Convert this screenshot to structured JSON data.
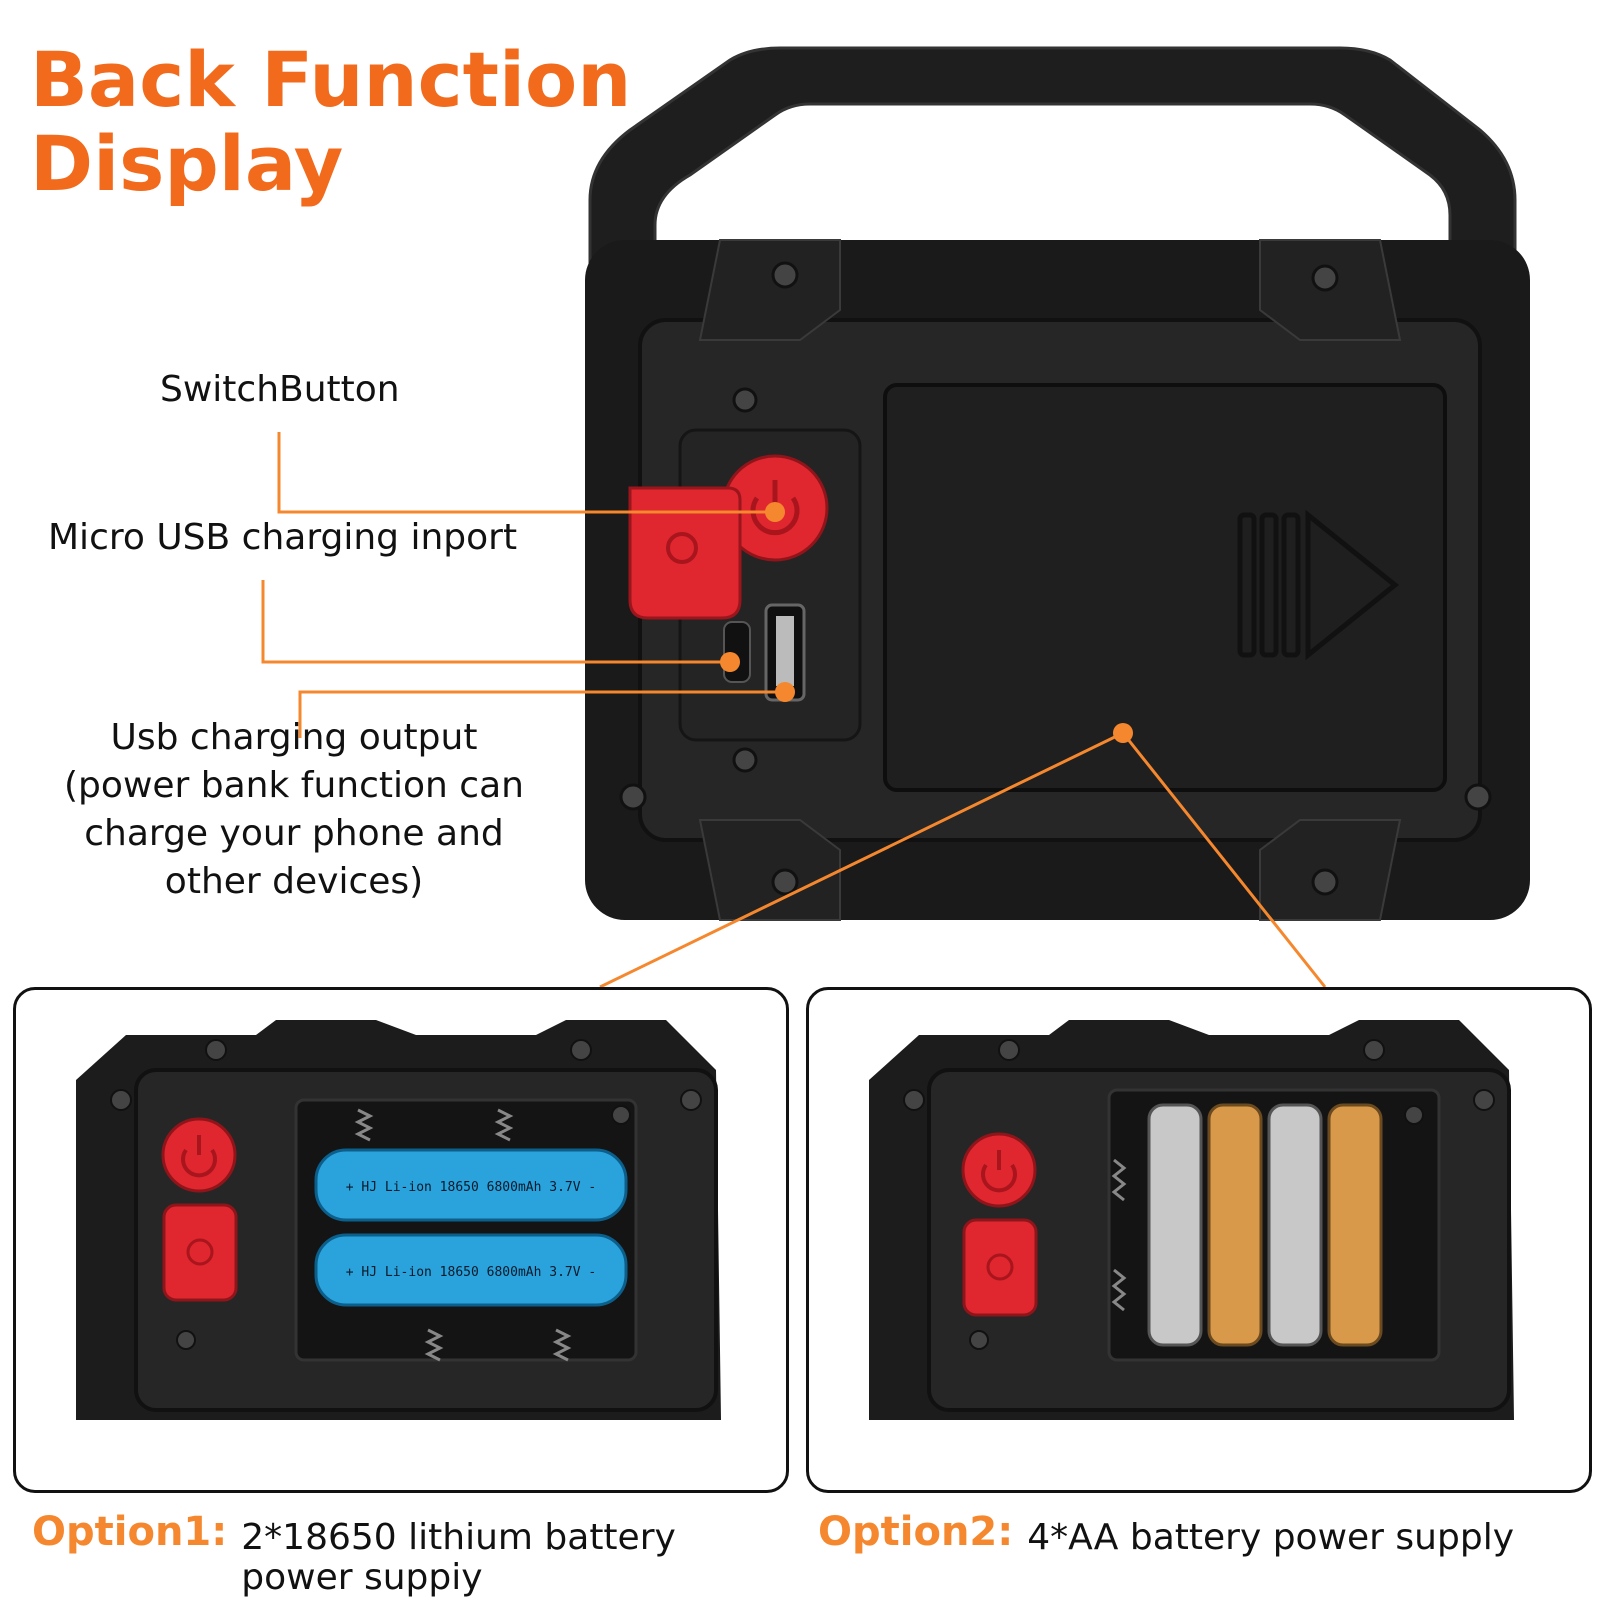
{
  "title_lines": [
    "Back Function",
    "Display"
  ],
  "labels": {
    "switch": "SwitchButton",
    "micro_usb": "Micro USB charging inport",
    "usb_output_lines": [
      "Usb charging output",
      "(power bank function can",
      "charge your phone and",
      "other devices)"
    ]
  },
  "options": {
    "option1_tag": "Option1:",
    "option1_desc": "2*18650 lithium battery power suppiy",
    "option2_tag": "Option2:",
    "option2_desc": "4*AA battery power supply"
  },
  "battery_print": "+ HJ Li-ion 18650 6800mAh 3.7V -",
  "colors": {
    "accent_orange": "#f26b1d",
    "device_black": "#1c1c1c",
    "button_red": "#e0262f",
    "li_ion_blue": "#2aa3dd",
    "aa_gold": "#d89a4a"
  }
}
